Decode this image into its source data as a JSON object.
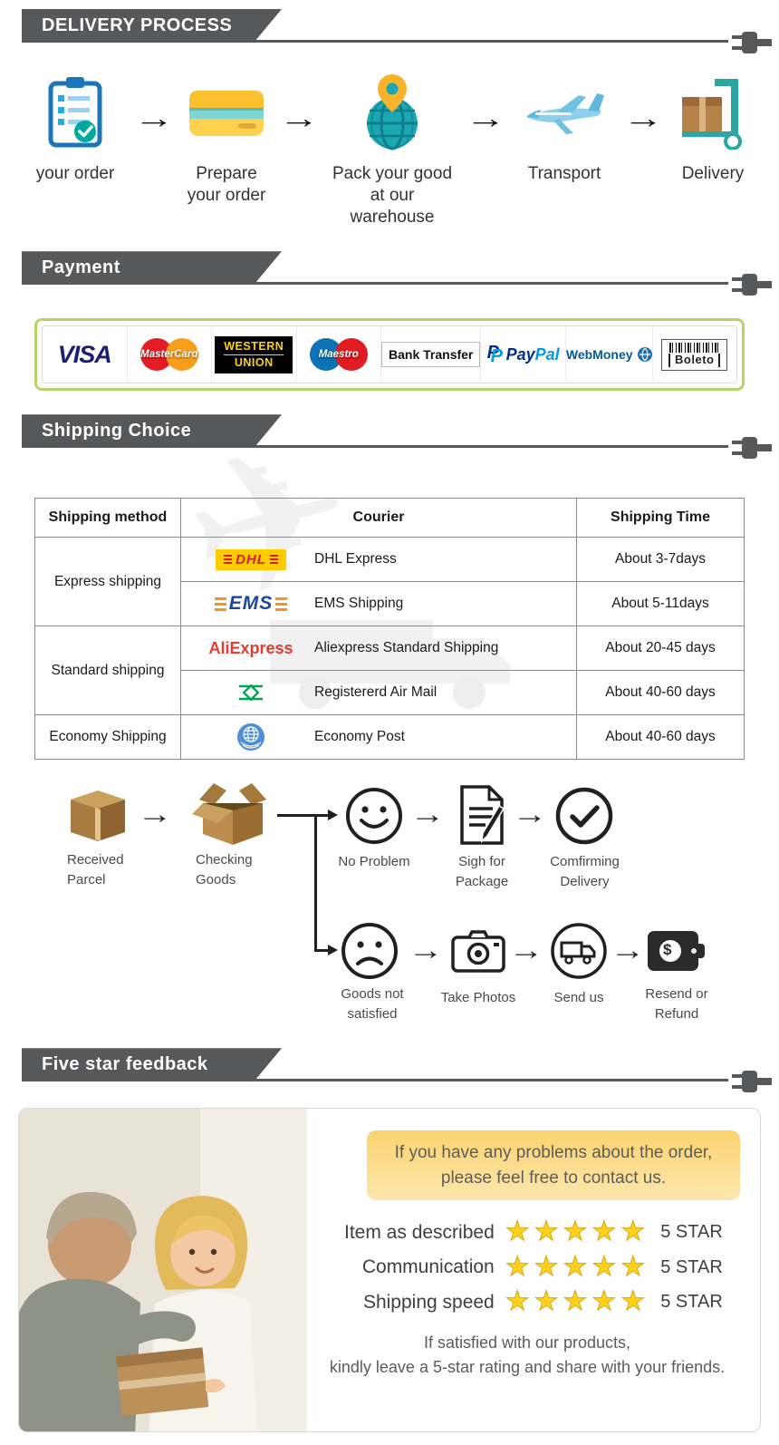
{
  "icons": {
    "arrow": "→",
    "plane": "✈",
    "dollar": "$"
  },
  "sections": {
    "delivery": "DELIVERY PROCESS",
    "payment": "Payment",
    "shipping": "Shipping Choice",
    "feedback": "Five star feedback"
  },
  "delivery_steps": [
    {
      "label": "your order"
    },
    {
      "label": "Prepare your order"
    },
    {
      "label": "Pack your good at our warehouse"
    },
    {
      "label": "Transport"
    },
    {
      "label": "Delivery"
    }
  ],
  "payment_logos": {
    "visa": "VISA",
    "mastercard": "MasterCard",
    "western_union_top": "WESTERN",
    "western_union_bottom": "UNION",
    "maestro": "Maestro",
    "bank_transfer": "Bank Transfer",
    "paypal_icon": "P",
    "paypal_pay": "Pay",
    "paypal_pal": "Pal",
    "webmoney": "WebMoney",
    "boleto": "Boleto"
  },
  "shipping_table": {
    "headers": [
      "Shipping method",
      "Courier",
      "Shipping Time"
    ],
    "methods": [
      {
        "label": "Express shipping"
      },
      {
        "label": "Standard shipping"
      },
      {
        "label": "Economy Shipping"
      }
    ],
    "rows": [
      {
        "logo_text": "DHL",
        "courier": "DHL Express",
        "time": "About 3-7days"
      },
      {
        "logo_text": "EMS",
        "courier": "EMS Shipping",
        "time": "About 5-11days"
      },
      {
        "logo_text": "AliExpress",
        "courier": "Aliexpress Standard Shipping",
        "time": "About 20-45 days"
      },
      {
        "courier": "Registererd Air Mail",
        "time": "About 40-60 days"
      },
      {
        "courier": "Economy Post",
        "time": "About 40-60 days"
      }
    ]
  },
  "flow": {
    "received_parcel": "Received Parcel",
    "checking_goods": "Checking Goods",
    "no_problem": "No Problem",
    "sign_for_package": "Sigh for Package",
    "confirming_delivery": "Comfirming Delivery",
    "goods_not_satisfied": "Goods not satisfied",
    "take_photos": "Take Photos",
    "send_us": "Send us",
    "resend_or_refund": "Resend or Refund"
  },
  "feedback": {
    "note_line1": "If you have any problems about the order,",
    "note_line2": "please feel free to contact us.",
    "ratings": [
      {
        "label": "Item as described",
        "stars": "★★★★★",
        "value": "5 STAR"
      },
      {
        "label": "Communication",
        "stars": "★★★★★",
        "value": "5 STAR"
      },
      {
        "label": "Shipping speed",
        "stars": "★★★★★",
        "value": "5 STAR"
      }
    ],
    "footer_line1": "If satisfied with our products,",
    "footer_line2": "kindly leave a 5-star rating and share with your friends."
  },
  "colors": {
    "banner_gray": "#57585a",
    "star_gold": "#ffd21e",
    "note_yellow": "#fbd36e",
    "payment_border_green": "#b7d36a"
  }
}
